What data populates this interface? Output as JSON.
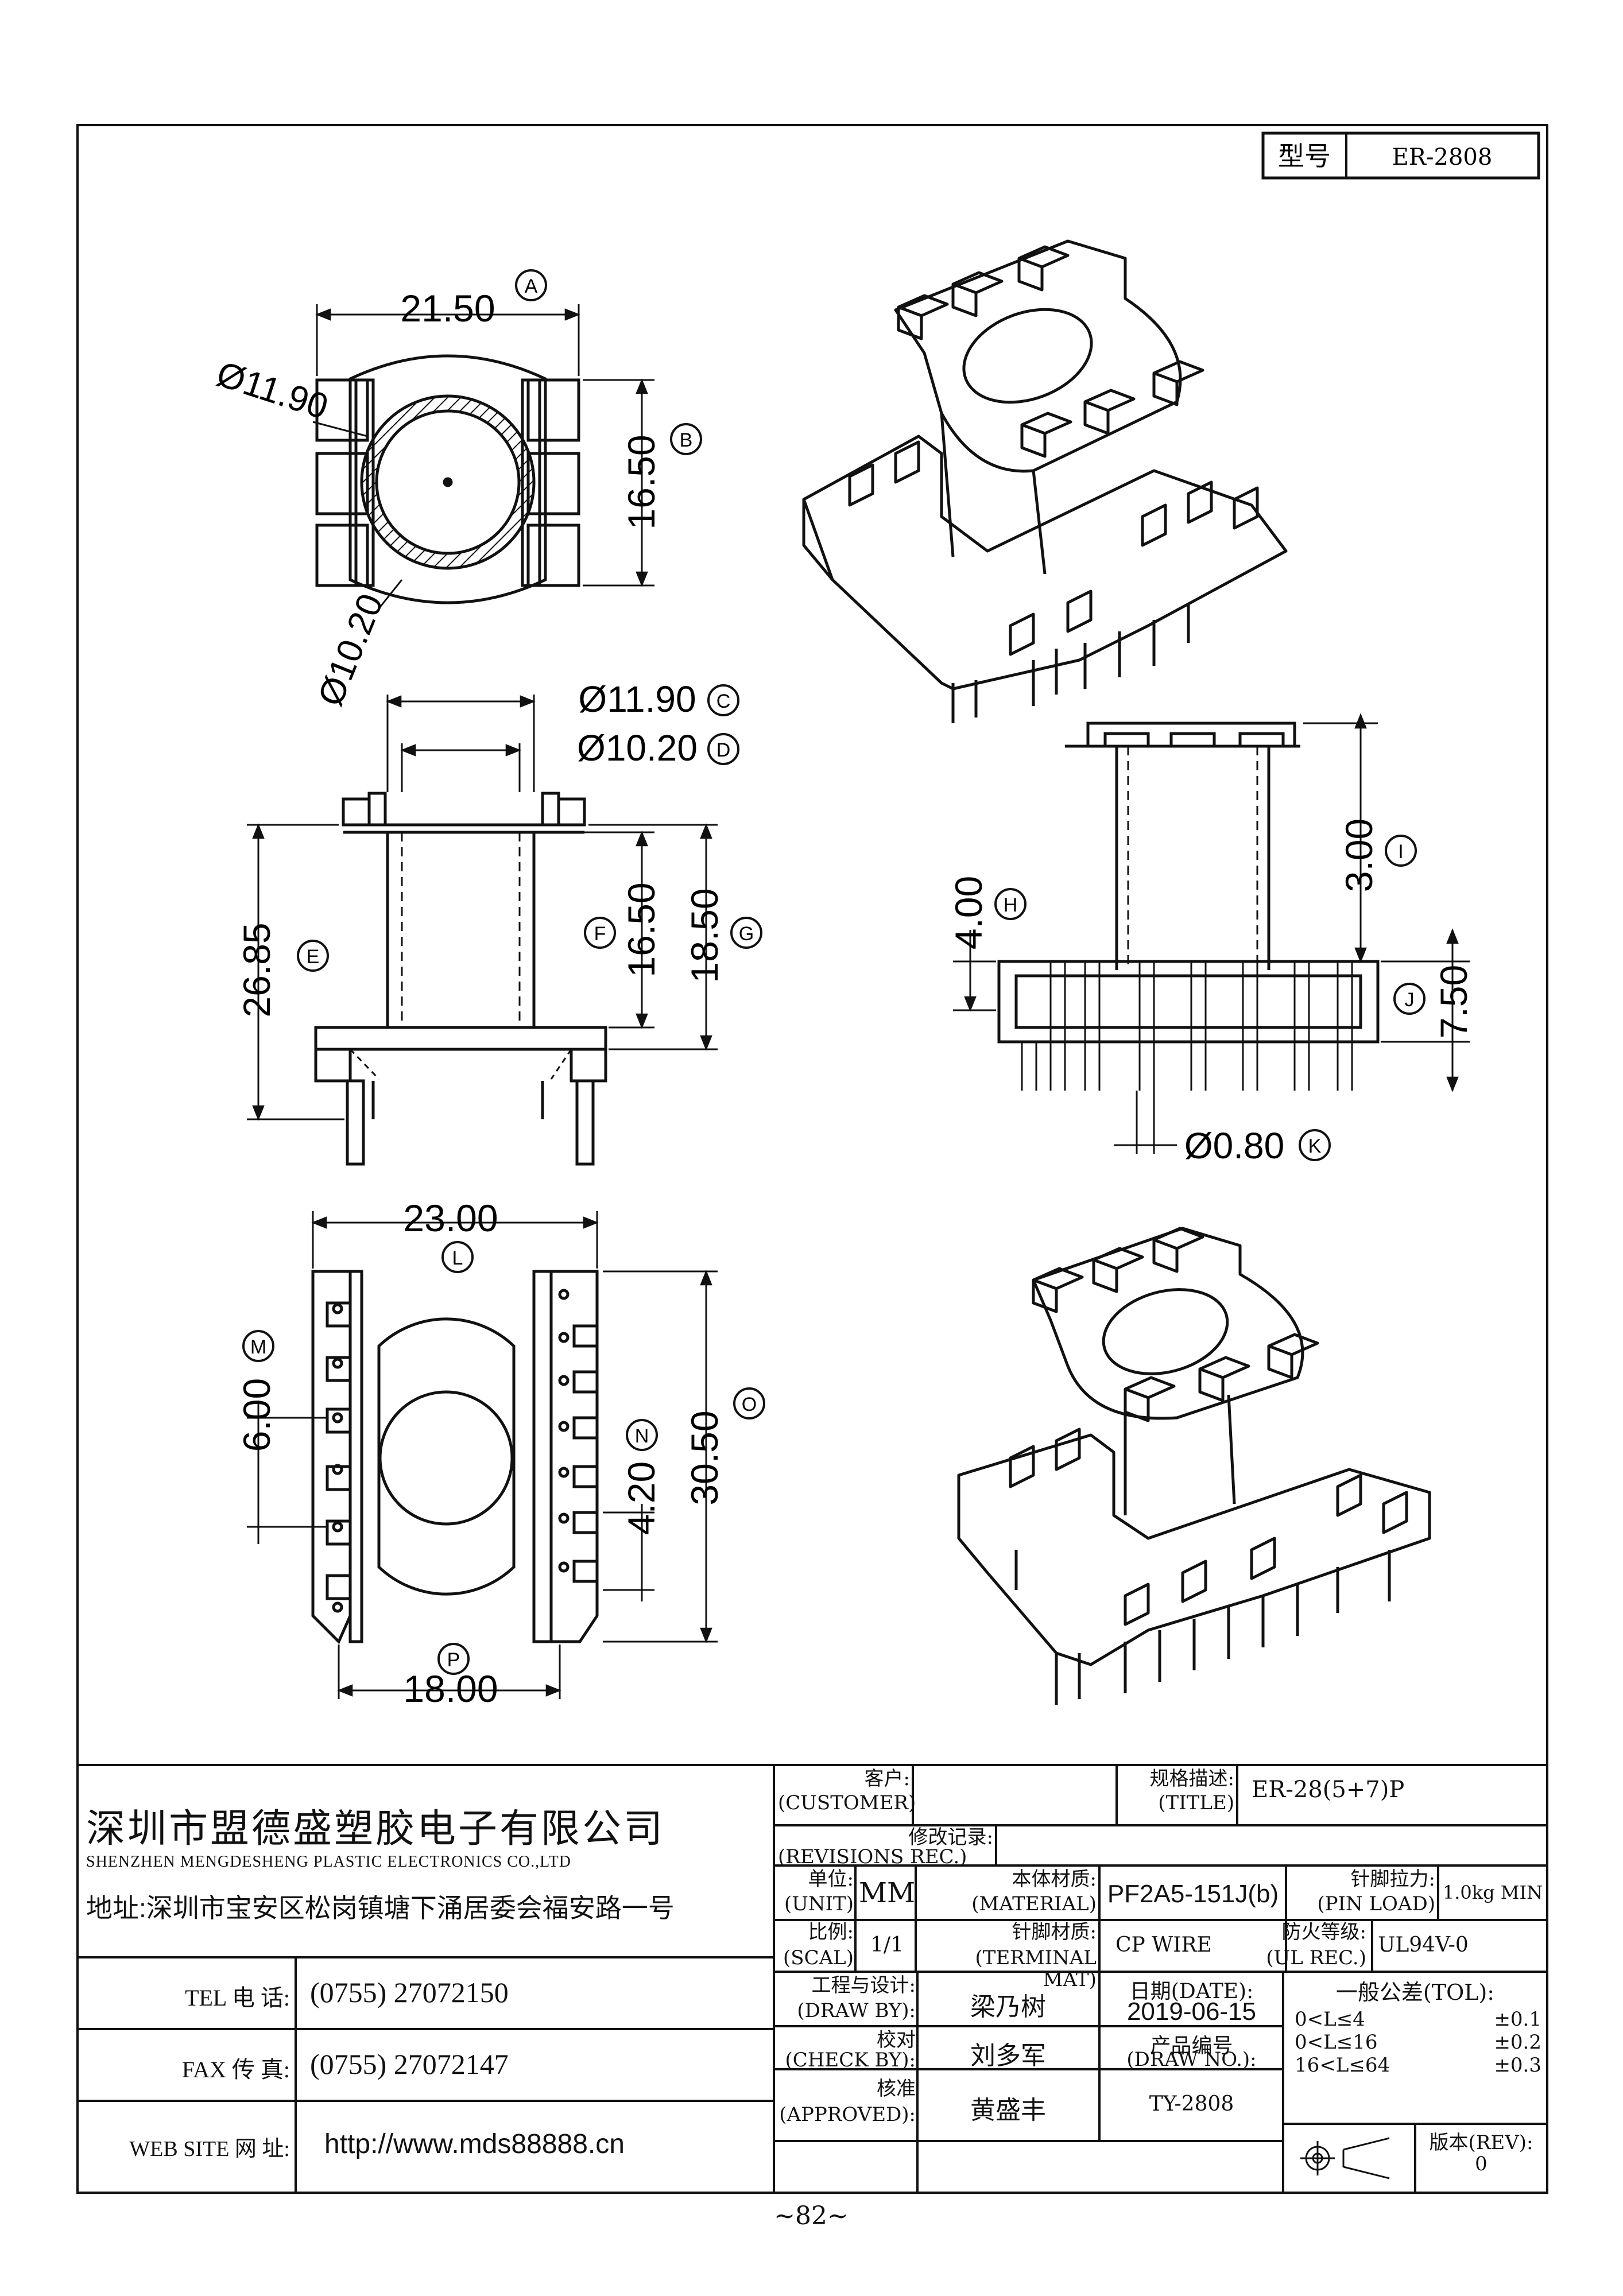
{
  "model": {
    "label": "型号",
    "value": "ER-2808"
  },
  "dimensions": {
    "A": {
      "value": "21.50",
      "tag": "A"
    },
    "B": {
      "value": "16.50",
      "tag": "B"
    },
    "dia_outer": "Ø11.90",
    "dia_inner": "Ø10.20",
    "C": {
      "value": "Ø11.90",
      "tag": "C"
    },
    "D": {
      "value": "Ø10.20",
      "tag": "D"
    },
    "E": {
      "value": "26.85",
      "tag": "E"
    },
    "F": {
      "value": "16.50",
      "tag": "F"
    },
    "G": {
      "value": "18.50",
      "tag": "G"
    },
    "H": {
      "value": "4.00",
      "tag": "H"
    },
    "I": {
      "value": "3.00",
      "tag": "I"
    },
    "J": {
      "value": "7.50",
      "tag": "J"
    },
    "K": {
      "value": "Ø0.80",
      "tag": "K"
    },
    "L": {
      "value": "23.00",
      "tag": "L"
    },
    "M": {
      "value": "6.00",
      "tag": "M"
    },
    "N": {
      "value": "4.20",
      "tag": "N"
    },
    "O": {
      "value": "30.50",
      "tag": "O"
    },
    "P": {
      "value": "18.00",
      "tag": "P"
    }
  },
  "company": {
    "name_cn": "深圳市盟德盛塑胶电子有限公司",
    "name_en": "SHENZHEN MENGDESHENG PLASTIC ELECTRONICS CO.,LTD",
    "address": "地址:深圳市宝安区松岗镇塘下涌居委会福安路一号",
    "tel_label": "TEL 电 话:",
    "tel": "(0755) 27072150",
    "fax_label": "FAX 传 真:",
    "fax": "(0755) 27072147",
    "web_label": "WEB SITE 网 址:",
    "web": "http://www.mds88888.cn"
  },
  "title_block": {
    "customer_cn": "客户:",
    "customer_en": "(CUSTOMER)",
    "customer_value": "",
    "title_cn": "规格描述:",
    "title_en": "(TITLE)",
    "title_value": "ER-28(5+7)P",
    "rev_rec_cn": "修改记录:",
    "rev_rec_en": "(REVISIONS REC.)",
    "unit_cn": "单位:",
    "unit_en": "(UNIT)",
    "unit_value": "MM",
    "material_cn": "本体材质:",
    "material_en": "(MATERIAL)",
    "material_value": "PF2A5-151J(b)",
    "pin_load_cn": "针脚拉力:",
    "pin_load_en": "(PIN LOAD)",
    "pin_load_value": "1.0kg MIN",
    "scal_cn": "比例:",
    "scal_en": "(SCAL)",
    "scal_value": "1/1",
    "terminal_cn": "针脚材质:",
    "terminal_en": "(TERMINAL MAT)",
    "terminal_value": "CP WIRE",
    "ul_cn": "防火等级:",
    "ul_en": "(UL REC.)",
    "ul_value": "UL94V-0",
    "draw_cn": "工程与设计:",
    "draw_en": "(DRAW BY):",
    "draw_value": "梁乃树",
    "date_cn": "日期(DATE):",
    "date_value": "2019-06-15",
    "tol_title": "一般公差(TOL):",
    "tol_rows": [
      {
        "range": "0<L≤4",
        "tol": "±0.1"
      },
      {
        "range": "0<L≤16",
        "tol": "±0.2"
      },
      {
        "range": "16<L≤64",
        "tol": "±0.3"
      }
    ],
    "check_cn": "校对",
    "check_en": "(CHECK BY):",
    "check_value": "刘多军",
    "drawno_cn": "产品编号",
    "drawno_en": "(DRAW NO.):",
    "approved_cn": "核准",
    "approved_en": "(APPROVED):",
    "approved_value": "黄盛丰",
    "drawno_value": "TY-2808",
    "rev_cn": "版本(REV):",
    "rev_value": "0"
  },
  "page_number": "~82~"
}
